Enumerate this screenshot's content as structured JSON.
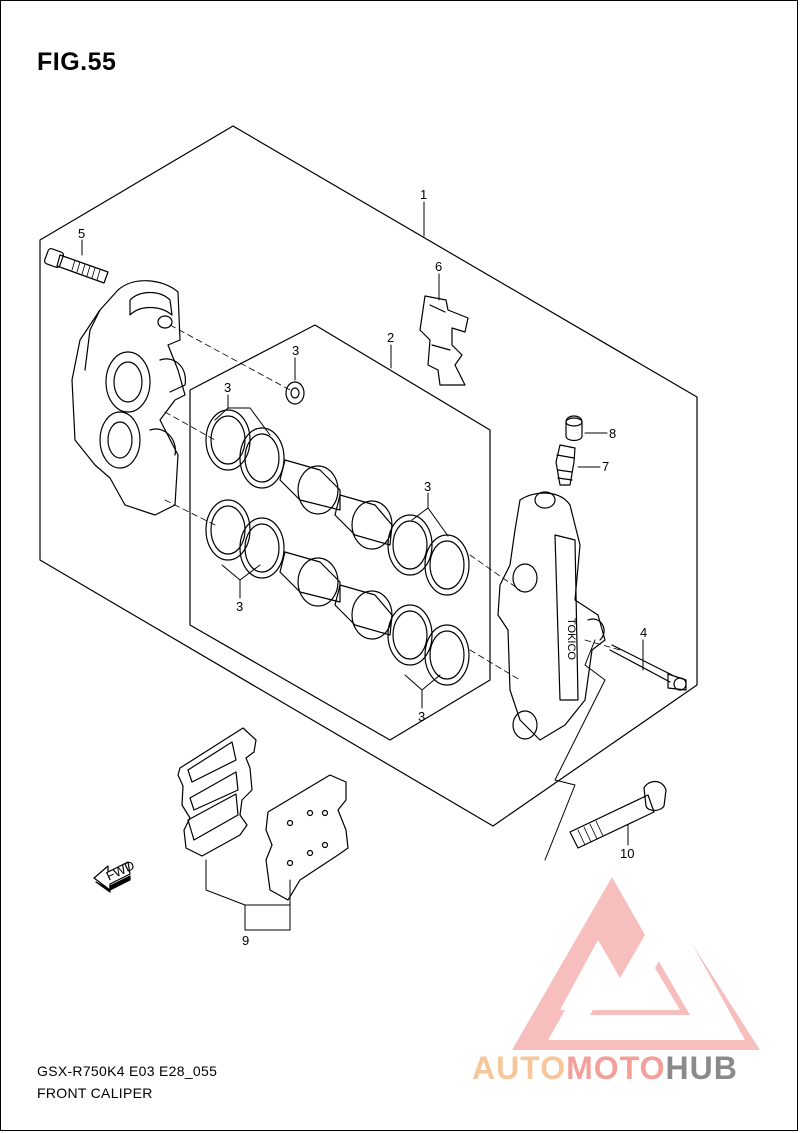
{
  "figure": {
    "title": "FIG.55"
  },
  "callouts": [
    "1",
    "2",
    "3",
    "3",
    "3",
    "3",
    "3",
    "4",
    "5",
    "6",
    "7",
    "8",
    "9",
    "10"
  ],
  "forward_arrow": {
    "label": "FWD"
  },
  "caliper_brand": "TOKICO",
  "footer": {
    "model_code": "GSX-R750K4 E03 E28_055",
    "part_name": "FRONT CALIPER"
  },
  "watermark": {
    "part1": "AUTO",
    "part2": "MOTO",
    "part3": "HUB",
    "color1": "#f6c79a",
    "color2": "#f4a09a",
    "color3": "#8a8a8a"
  }
}
